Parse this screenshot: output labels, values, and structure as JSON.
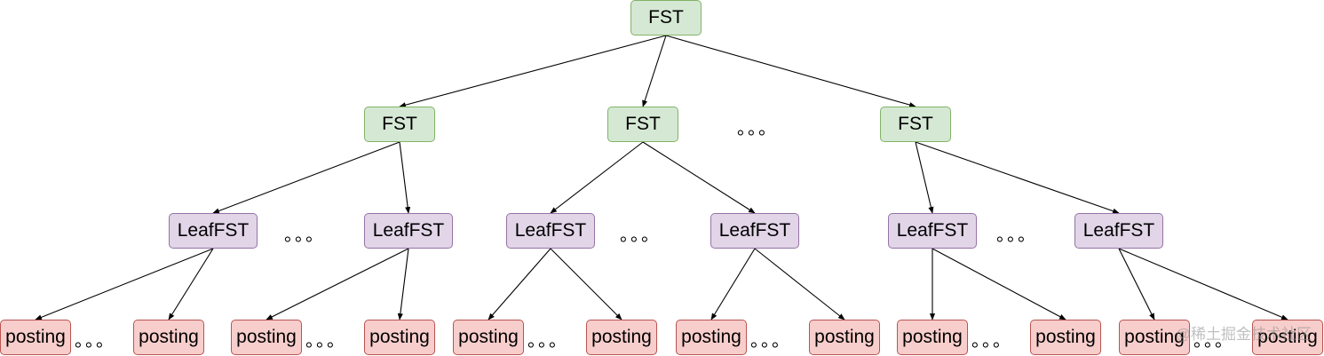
{
  "labels": {
    "fst": "FST",
    "leaf": "LeafFST",
    "posting": "posting",
    "ellipsis": "。。。"
  },
  "watermark": "@稀土掘金技术社区"
}
